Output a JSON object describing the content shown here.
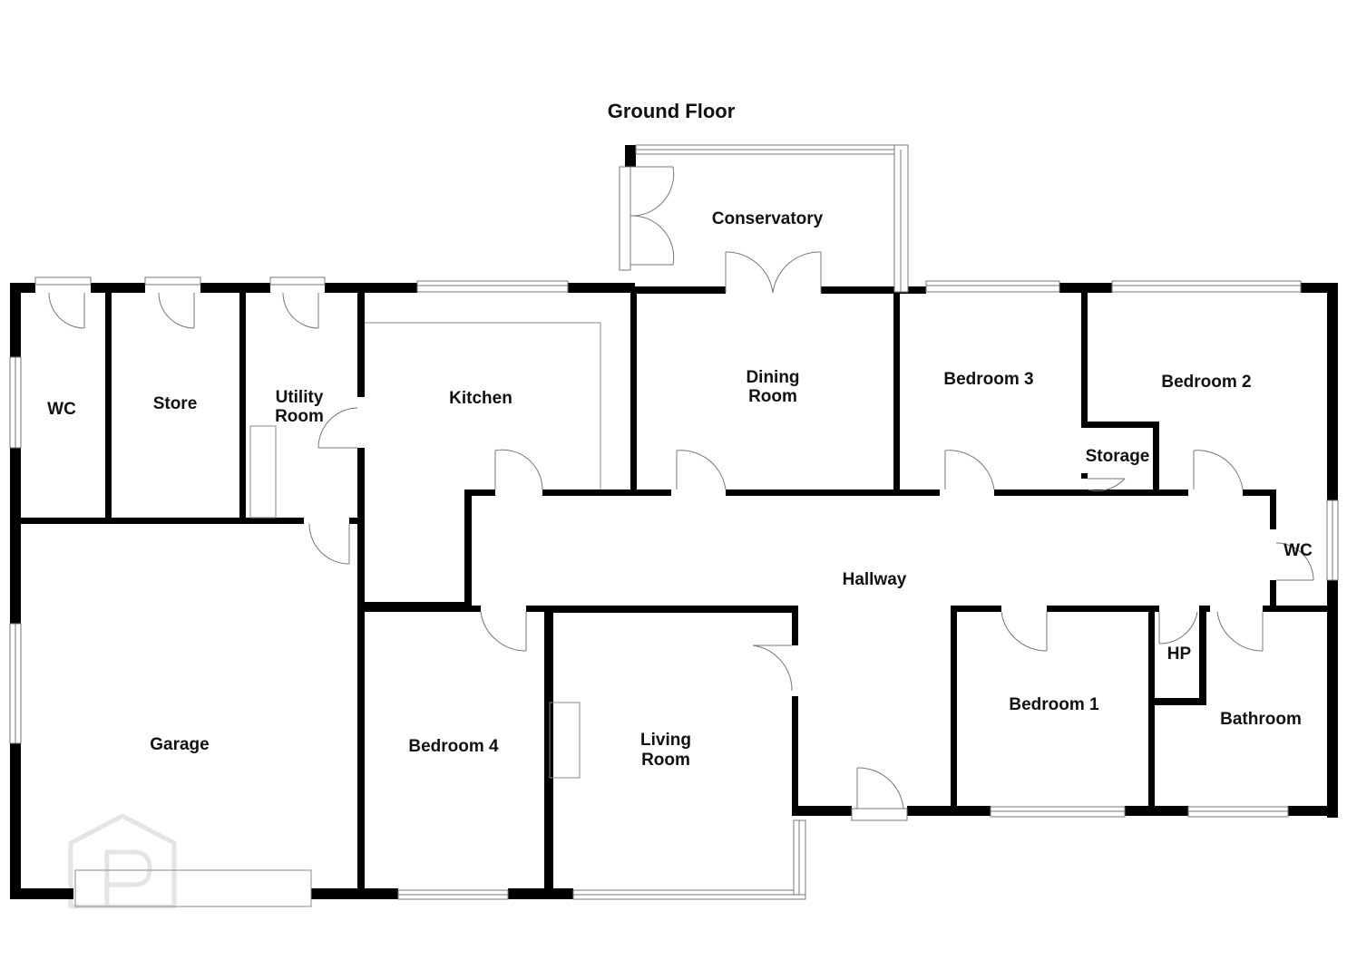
{
  "title": "Ground Floor",
  "colors": {
    "wall": "#000000",
    "background": "#ffffff",
    "fixture": "#8a8a8a",
    "watermark": "#e6e6e6"
  },
  "watermark_icon": "property-pal-logo-icon",
  "rooms": {
    "wc_left": "WC",
    "store": "Store",
    "utility_1": "Utility",
    "utility_2": "Room",
    "kitchen": "Kitchen",
    "conservatory": "Conservatory",
    "dining_1": "Dining",
    "dining_2": "Room",
    "bedroom_3": "Bedroom 3",
    "bedroom_2": "Bedroom 2",
    "storage": "Storage",
    "wc_right": "WC",
    "hallway": "Hallway",
    "garage": "Garage",
    "bedroom_4": "Bedroom 4",
    "living_1": "Living",
    "living_2": "Room",
    "bedroom_1": "Bedroom 1",
    "hp": "HP",
    "bathroom": "Bathroom"
  }
}
